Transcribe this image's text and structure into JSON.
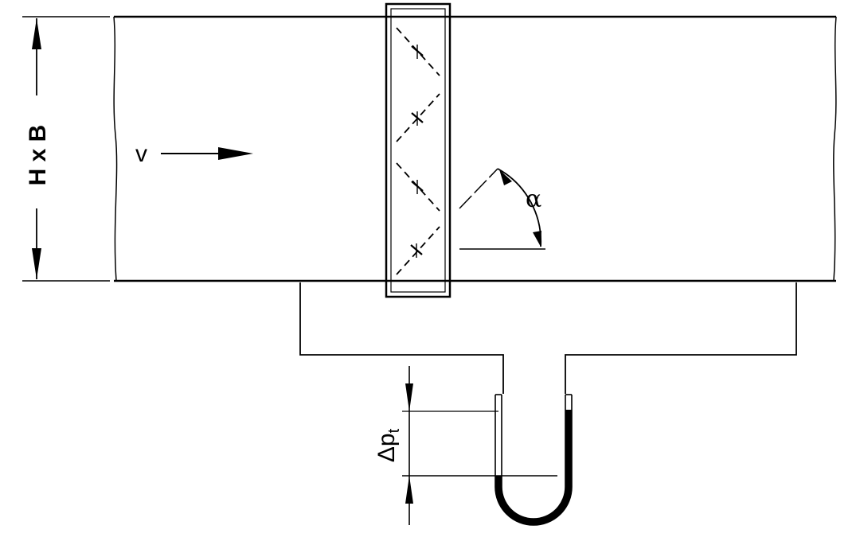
{
  "labels": {
    "velocity": "v",
    "dimension": "H x B",
    "angle": "α",
    "pressure_delta": "Δp",
    "pressure_subscript": "t"
  },
  "colors": {
    "stroke": "#000000",
    "background": "#ffffff",
    "manometer_fill": "#000000"
  }
}
